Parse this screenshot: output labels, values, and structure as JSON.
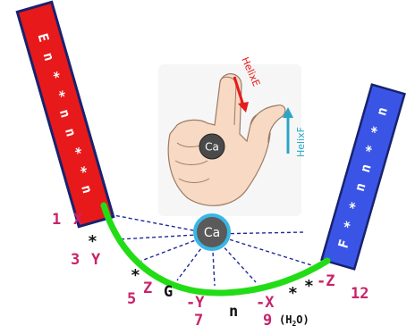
{
  "colors": {
    "helix_e": "#e8191b",
    "helix_f": "#3a55e6",
    "loop": "#22dd16",
    "calcium": "#5a5a5a",
    "calcium_ring": "#38b7e6",
    "coord_lines": "#1f2a9a",
    "label_pink": "#c8236a",
    "label_dark": "#111111"
  },
  "helix_e_sequence": "E n * * n n * * n",
  "helix_f_sequence": "F * * n n * * n",
  "hand": {
    "ion_label": "Ca",
    "helix_e_label": "HelixE",
    "helix_f_label": "HelixF"
  },
  "ion_label": "Ca",
  "loop_positions": [
    {
      "number": "1",
      "residue": "X"
    },
    {
      "number": "3",
      "residue": "Y"
    },
    {
      "number": "5",
      "residue": "Z"
    },
    {
      "number": "7",
      "residue": "-Y"
    },
    {
      "number": "9",
      "residue": "-X"
    },
    {
      "number": "12",
      "residue": "-Z"
    }
  ],
  "loop_others": {
    "star": "*",
    "glycine": "G",
    "n": "n",
    "water": "(H2O)"
  },
  "water_parts": {
    "open": "(H",
    "sub": "2",
    "close": "O)"
  }
}
